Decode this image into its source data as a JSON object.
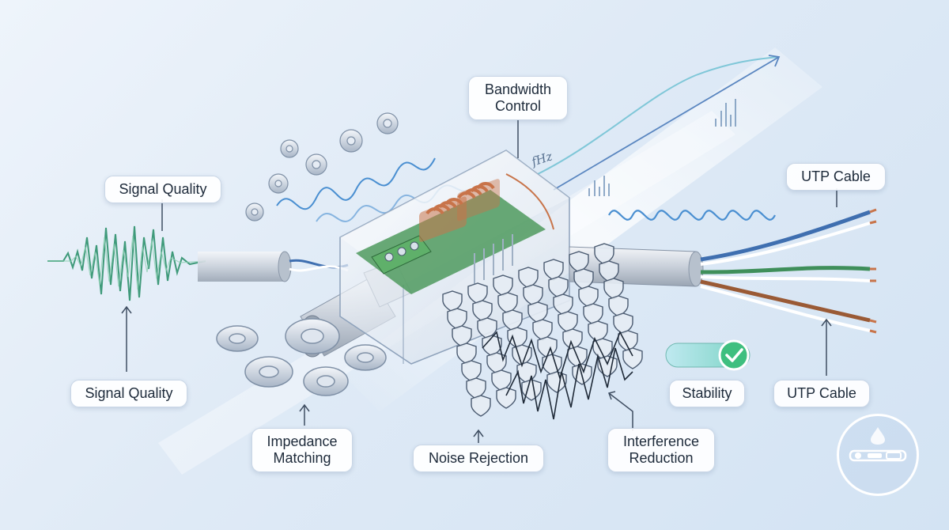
{
  "labels": {
    "signal_quality_top": "Signal Quality",
    "signal_quality_bottom": "Signal Quality",
    "bandwidth_line1": "Bandwidth",
    "bandwidth_line2": "Control",
    "utp_top": "UTP Cable",
    "utp_bottom": "UTP Cable",
    "impedance_line1": "Impedance",
    "impedance_line2": "Matching",
    "noise": "Noise Rejection",
    "interference_line1": "Interference",
    "interference_line2": "Reduction",
    "stability": "Stability",
    "freq_unit": "fHz"
  },
  "colors": {
    "signal_wave": "#3f9a7a",
    "wave_blue": "#4a8fd1",
    "coil_copper": "#c8744a",
    "pcb_green": "#4f9a5e",
    "wire_blue": "#3f6fb0",
    "wire_green": "#3f8f5a",
    "wire_brown": "#9a5a35",
    "toggle_accent": "#3fbf7f"
  },
  "icons": [
    "gear-icon",
    "shield-icon",
    "check-icon",
    "arrow-up-icon"
  ]
}
